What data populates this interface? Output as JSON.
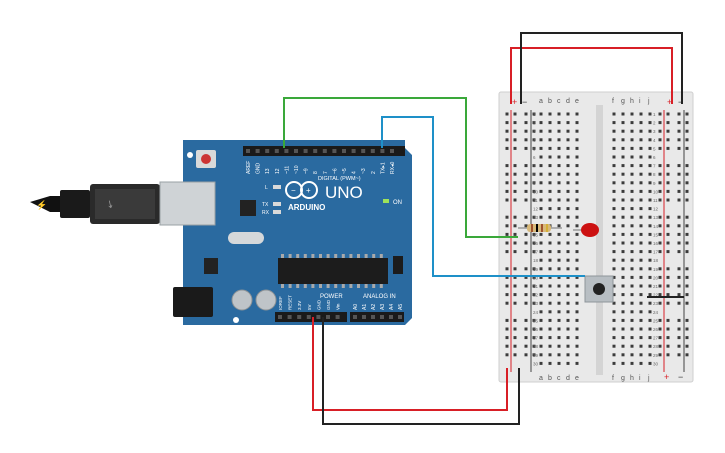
{
  "arduino": {
    "brand": "ARDUINO",
    "model": "UNO",
    "digital_label": "DIGITAL (PWM~)",
    "power_label": "POWER",
    "analog_label": "ANALOG IN",
    "on_label": "ON",
    "led_l": "L",
    "led_tx": "TX",
    "led_rx": "RX",
    "top_header_pins": [
      "AREF",
      "GND",
      "13",
      "12",
      "~11",
      "~10",
      "~9",
      "8",
      "7",
      "~6",
      "~5",
      "4",
      "~3",
      "2",
      "TX▸1",
      "RX◂0"
    ],
    "power_pins": [
      "IOREF",
      "RESET",
      "3.3V",
      "5V",
      "GND",
      "GND",
      "Vin"
    ],
    "analog_pins": [
      "A0",
      "A1",
      "A2",
      "A3",
      "A4",
      "A5"
    ]
  },
  "breadboard": {
    "columns_left": [
      "a",
      "b",
      "c",
      "d",
      "e"
    ],
    "columns_right": [
      "f",
      "g",
      "h",
      "i",
      "j"
    ],
    "rows": 30,
    "rail_plus": "+",
    "rail_minus": "−"
  },
  "colors": {
    "board": "#2a6aa0",
    "board_dark": "#1f4f7a",
    "wire_red": "#d81f26",
    "wire_black": "#222222",
    "wire_green": "#3aa83a",
    "wire_blue": "#1e90c8",
    "led_red": "#cc1111"
  }
}
